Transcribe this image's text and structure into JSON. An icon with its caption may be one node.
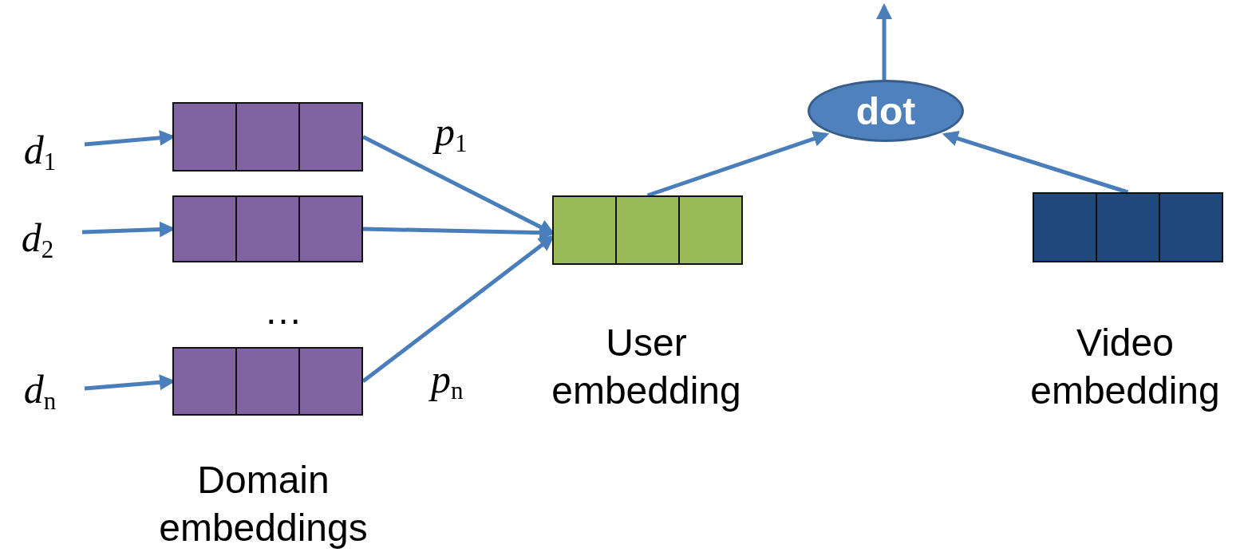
{
  "diagram": {
    "nodes": [
      {
        "text": [
          "*d*$_{1}$"
        ]
      },
      {
        "text": [
          "*d*$_{2}$"
        ]
      },
      {
        "text": [
          "*d*$_{n}$"
        ]
      },
      {
        "text": [],
        "shape": "bar"
      },
      {
        "text": [],
        "shape": "bar"
      },
      {
        "text": [],
        "shape": "bar"
      },
      {
        "text": [],
        "shape": "bar",
        "beside": [
          "User embedding"
        ]
      },
      {
        "text": [
          "dot"
        ]
      },
      {
        "text": [],
        "shape": "bar",
        "beside": [
          "Video embedding"
        ]
      }
    ],
    "edges": [
      {
        "from": 0,
        "to": 3,
        "arrow": "to"
      },
      {
        "from": 1,
        "to": 4,
        "arrow": "to"
      },
      {
        "from": 2,
        "to": 5,
        "arrow": "to"
      },
      {
        "from": 3,
        "to": 6,
        "arrow": "to",
        "label": "*p*$_{1}$"
      },
      {
        "from": 4,
        "to": 6,
        "arrow": "to"
      },
      {
        "from": 5,
        "to": 6,
        "arrow": "to",
        "label": "*p*$_{n}$"
      },
      {
        "from": 6,
        "to": 7,
        "arrow": "to"
      },
      {
        "from": 8,
        "to": 7,
        "arrow": "to"
      },
      {
        "from": 7,
        "to": null,
        "arrow": "to"
      }
    ],
    "labels": [
      "…",
      "Domain embeddings"
    ]
  }
}
